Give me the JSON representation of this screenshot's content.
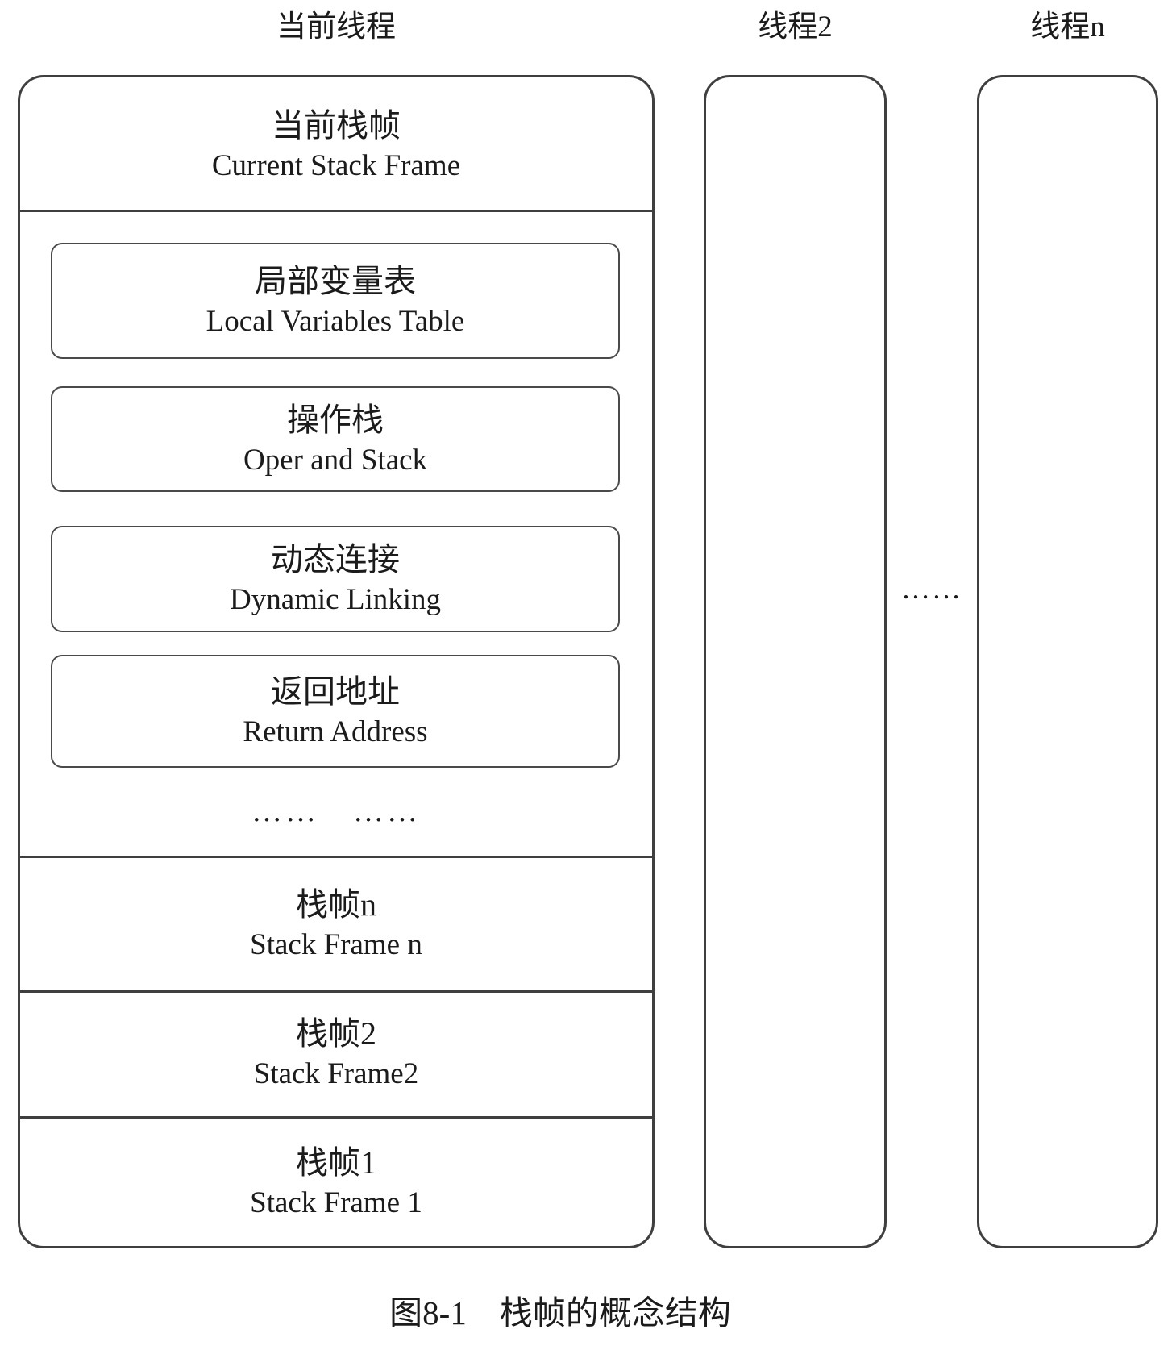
{
  "diagram": {
    "current_thread": {
      "title": "当前线程",
      "current_frame": {
        "cn": "当前栈帧",
        "en": "Current Stack Frame"
      },
      "components": [
        {
          "cn": "局部变量表",
          "en": "Local Variables Table"
        },
        {
          "cn": "操作栈",
          "en": "Oper and Stack"
        },
        {
          "cn": "动态连接",
          "en": "Dynamic Linking"
        },
        {
          "cn": "返回地址",
          "en": "Return Address"
        }
      ],
      "components_ellipsis": "……　……",
      "stack_frames": [
        {
          "cn": "栈帧n",
          "en": "Stack Frame n"
        },
        {
          "cn": "栈帧2",
          "en": "Stack Frame2"
        },
        {
          "cn": "栈帧1",
          "en": "Stack Frame 1"
        }
      ]
    },
    "thread2": {
      "title": "线程2"
    },
    "thread_n": {
      "title": "线程n"
    },
    "threads_ellipsis": "……",
    "caption": "图8-1　栈帧的概念结构",
    "colors": {
      "border": "#3f3f3f",
      "text": "#1b1b1b",
      "background": "#ffffff"
    }
  }
}
